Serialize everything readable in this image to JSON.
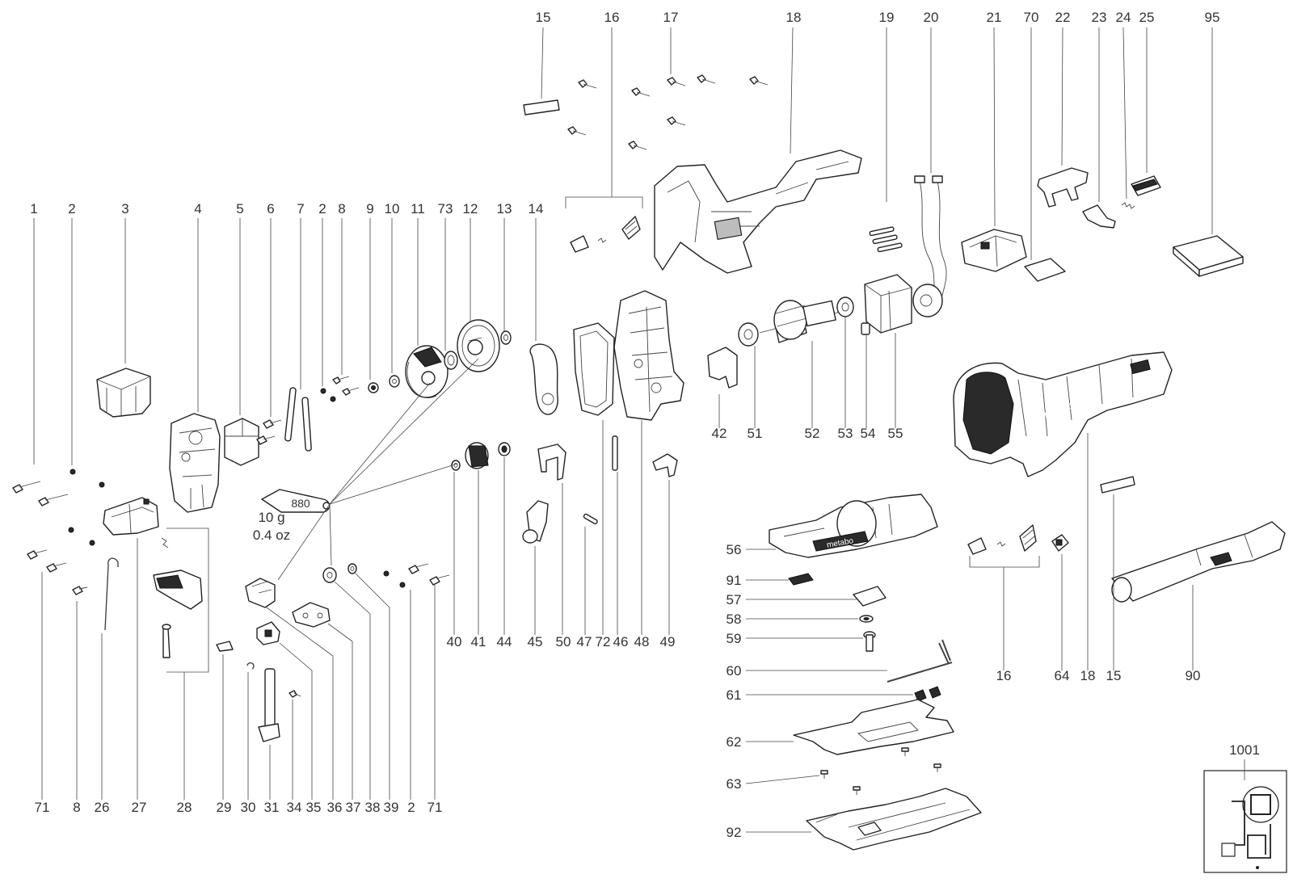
{
  "callouts": {
    "c15t": "15",
    "c16t": "16",
    "c17": "17",
    "c18t": "18",
    "c19": "19",
    "c20": "20",
    "c21": "21",
    "c70": "70",
    "c22": "22",
    "c23": "23",
    "c24": "24",
    "c25": "25",
    "c95": "95",
    "c1": "1",
    "c2a": "2",
    "c3": "3",
    "c4": "4",
    "c5": "5",
    "c6": "6",
    "c7": "7",
    "c2b": "2",
    "c8a": "8",
    "c9": "9",
    "c10": "10",
    "c11": "11",
    "c73": "73",
    "c12": "12",
    "c13": "13",
    "c14": "14",
    "c42": "42",
    "c51": "51",
    "c52": "52",
    "c53": "53",
    "c54": "54",
    "c55": "55",
    "c40": "40",
    "c41": "41",
    "c44": "44",
    "c45": "45",
    "c50": "50",
    "c47": "47",
    "c72": "72",
    "c46": "46",
    "c48": "48",
    "c49": "49",
    "c71a": "71",
    "c8b": "8",
    "c26": "26",
    "c27": "27",
    "c28": "28",
    "c29": "29",
    "c30": "30",
    "c31": "31",
    "c34": "34",
    "c35": "35",
    "c36": "36",
    "c37": "37",
    "c38": "38",
    "c39": "39",
    "c2c": "2",
    "c71b": "71",
    "c56": "56",
    "c91": "91",
    "c57": "57",
    "c58": "58",
    "c59": "59",
    "c60": "60",
    "c61": "61",
    "c62": "62",
    "c63": "63",
    "c92": "92",
    "c16b": "16",
    "c64": "64",
    "c18b": "18",
    "c15b": "15",
    "c90": "90",
    "c1001": "1001"
  },
  "grease": {
    "code": "880",
    "grams": "10 g",
    "ounces": "0.4 oz"
  },
  "brand_mark": "metabo"
}
